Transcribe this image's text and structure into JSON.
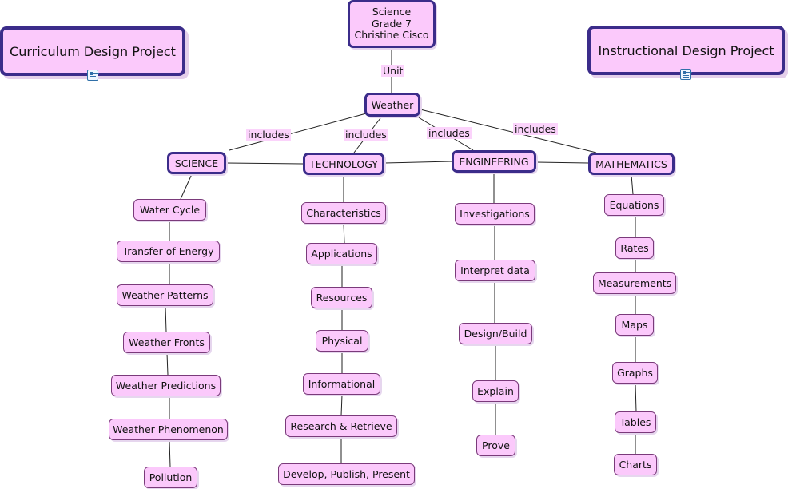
{
  "header": {
    "subject": "Science",
    "grade": "Grade 7",
    "author": "Christine Cisco"
  },
  "curriculum_project": {
    "label": "Curriculum Design Project",
    "icon": "document-link-icon"
  },
  "instructional_project": {
    "label": "Instructional Design Project",
    "icon": "document-link-icon"
  },
  "unit_link": "Unit",
  "unit": "Weather",
  "includes_link": "includes",
  "branches": {
    "science": {
      "label": "SCIENCE",
      "items": [
        "Water Cycle",
        "Transfer of Energy",
        "Weather Patterns",
        "Weather Fronts",
        "Weather Predictions",
        "Weather Phenomenon",
        "Pollution"
      ]
    },
    "technology": {
      "label": "TECHNOLOGY",
      "items": [
        "Characteristics",
        "Applications",
        "Resources",
        "Physical",
        "Informational",
        "Research & Retrieve",
        "Develop, Publish, Present"
      ]
    },
    "engineering": {
      "label": "ENGINEERING",
      "items": [
        "Investigations",
        "Interpret data",
        "Design/Build",
        "Explain",
        "Prove"
      ]
    },
    "mathematics": {
      "label": "MATHEMATICS",
      "items": [
        "Equations",
        "Rates",
        "Measurements",
        "Maps",
        "Graphs",
        "Tables",
        "Charts"
      ]
    }
  }
}
